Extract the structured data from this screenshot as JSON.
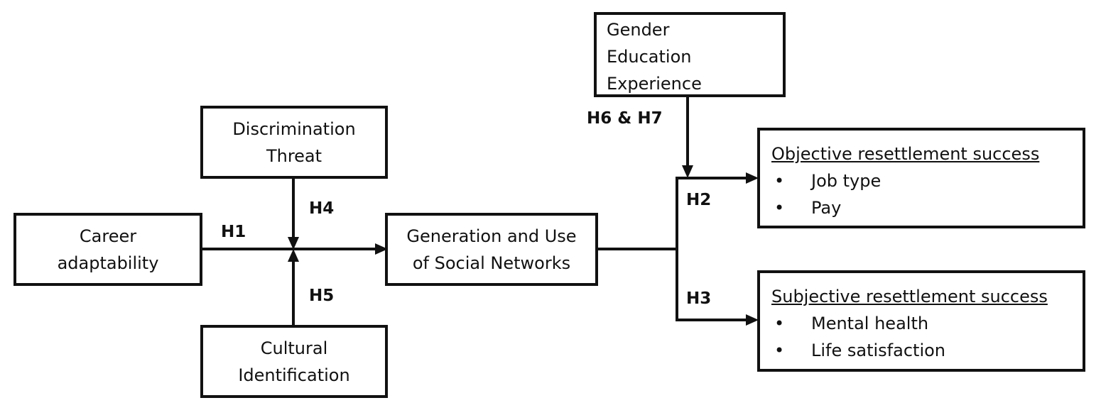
{
  "boxes": {
    "career": [
      "Career",
      "adaptability"
    ],
    "discrimination": [
      "Discrimination",
      "Threat"
    ],
    "cultural": [
      "Cultural",
      "Identification"
    ],
    "networks": [
      "Generation and Use",
      "of Social Networks"
    ],
    "moderators": [
      "Gender",
      "Education",
      "Experience"
    ],
    "objective": {
      "title": "Objective resettlement success",
      "items": [
        "Job type",
        "Pay"
      ]
    },
    "subjective": {
      "title": "Subjective resettlement success",
      "items": [
        "Mental health",
        "Life satisfaction"
      ]
    }
  },
  "bullet_symbol": "•",
  "hypotheses": {
    "h1": "H1",
    "h2": "H2",
    "h3": "H3",
    "h4": "H4",
    "h5": "H5",
    "h6_h7": "H6 & H7"
  }
}
